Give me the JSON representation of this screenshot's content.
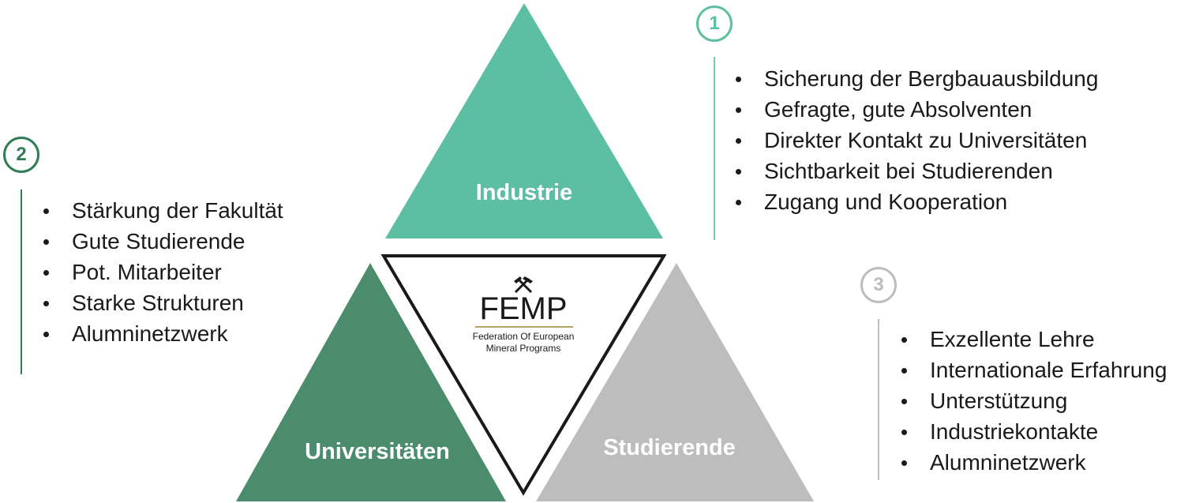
{
  "colors": {
    "industrie": "#5cbea2",
    "universitaeten": "#4a8c6b",
    "studierende": "#bdbdbd",
    "line_green_light": "#7fc7ae",
    "line_green_dark": "#2e7d54",
    "gray": "#bdbdbd",
    "logo_gold": "#b8a36a"
  },
  "triangles": {
    "industrie": {
      "label": "Industrie"
    },
    "universitaeten": {
      "label": "Universitäten"
    },
    "studierende": {
      "label": "Studierende"
    }
  },
  "logo": {
    "abbr": "FEMP",
    "line1": "Federation Of European",
    "line2": "Mineral Programs"
  },
  "groups": [
    {
      "number": "1",
      "items": [
        "Sicherung der Bergbauausbildung",
        "Gefragte, gute Absolventen",
        "Direkter Kontakt zu Universitäten",
        "Sichtbarkeit bei Studierenden",
        "Zugang und Kooperation"
      ]
    },
    {
      "number": "2",
      "items": [
        "Stärkung der Fakultät",
        "Gute Studierende",
        "Pot. Mitarbeiter",
        "Starke Strukturen",
        "Alumninetzwerk"
      ]
    },
    {
      "number": "3",
      "items": [
        "Exzellente Lehre",
        "Internationale Erfahrung",
        "Unterstützung",
        "Industriekontakte",
        "Alumninetzwerk"
      ]
    }
  ]
}
